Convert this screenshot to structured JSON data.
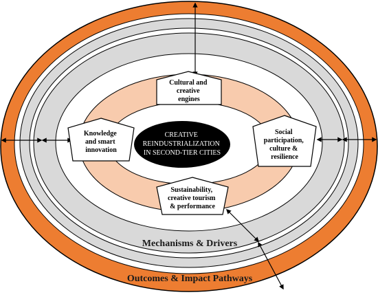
{
  "diagram": {
    "core": {
      "lines": [
        "CREATIVE",
        "REINDUSTRIALIZATION",
        "IN SECOND-TIER CITIES"
      ]
    },
    "nodes": [
      {
        "id": "cultural",
        "lines": [
          "Cultural and",
          "creative",
          "engines"
        ]
      },
      {
        "id": "knowledge",
        "lines": [
          "Knowledge",
          "and smart",
          "innovation"
        ]
      },
      {
        "id": "social",
        "lines": [
          "Social",
          "participation,",
          "culture &",
          "resilience"
        ]
      },
      {
        "id": "sustainability",
        "lines": [
          "Sustainability,",
          "creative tourism",
          "& performance"
        ]
      }
    ],
    "rings": {
      "mechanisms_label": "Mechanisms & Drivers",
      "outcomes_label": "Outcomes & Impact Pathways"
    },
    "colors": {
      "outer_ring": "#ed7d31",
      "gray_ring": "#d9d9d9",
      "peach_ring": "#f8cbad",
      "core": "#000000",
      "stroke": "#000000"
    }
  }
}
